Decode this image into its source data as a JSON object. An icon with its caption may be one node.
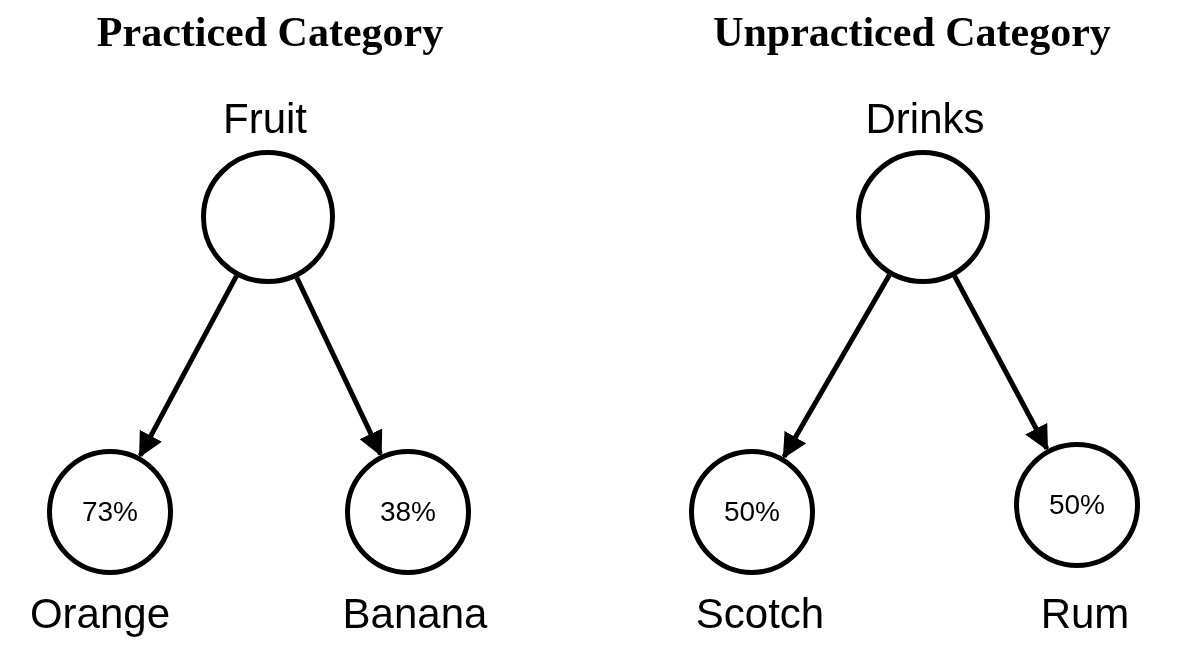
{
  "diagram": {
    "nodes": [
      {
        "text": [
          "Fruit"
        ]
      },
      {
        "text": [
          "73%"
        ],
        "beside": [
          "Orange"
        ]
      },
      {
        "text": [
          "38%"
        ],
        "beside": [
          "Banana"
        ]
      },
      {
        "text": [
          "Drinks"
        ]
      },
      {
        "text": [
          "50%"
        ],
        "beside": [
          "Scotch"
        ]
      },
      {
        "text": [
          "50%"
        ],
        "beside": [
          "Rum"
        ]
      }
    ],
    "edges": [
      {
        "from": 0,
        "to": 1,
        "arrow": "to"
      },
      {
        "from": 0,
        "to": 2,
        "arrow": "to"
      },
      {
        "from": 3,
        "to": 4,
        "arrow": "to"
      },
      {
        "from": 3,
        "to": 5,
        "arrow": "to"
      }
    ],
    "labels": [
      "Practiced Category",
      "Unpracticed Category"
    ]
  }
}
